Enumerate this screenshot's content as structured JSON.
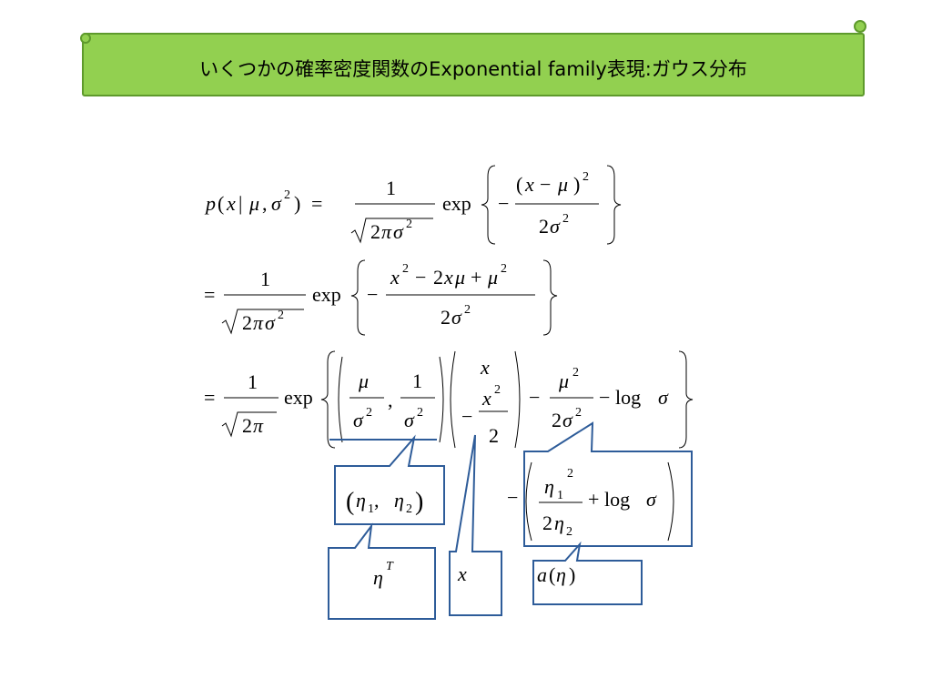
{
  "title": "いくつかの確率密度関数のExponential family表現:ガウス分布",
  "colors": {
    "banner": "#92d050",
    "banner_border": "#5e9a2c",
    "callout_border": "#2e5c99"
  },
  "math": {
    "p": "p",
    "lpar": "(",
    "x": "x",
    "bar": "|",
    "mu": "μ",
    "comma": ",",
    "sigma": "σ",
    "two": "2",
    "rpar": ")",
    "eq": "=",
    "one": "1",
    "pi": "π",
    "exp": "exp",
    "minus": "−",
    "plus": "+",
    "log": "log",
    "eta": "η",
    "sub1": "1",
    "sub2": "2",
    "T": "T",
    "a": "a"
  },
  "callouts": {
    "eta_pair": "(η1, η2)",
    "eta_T": "ηT",
    "x": "x",
    "a_eta": "a(η)"
  }
}
